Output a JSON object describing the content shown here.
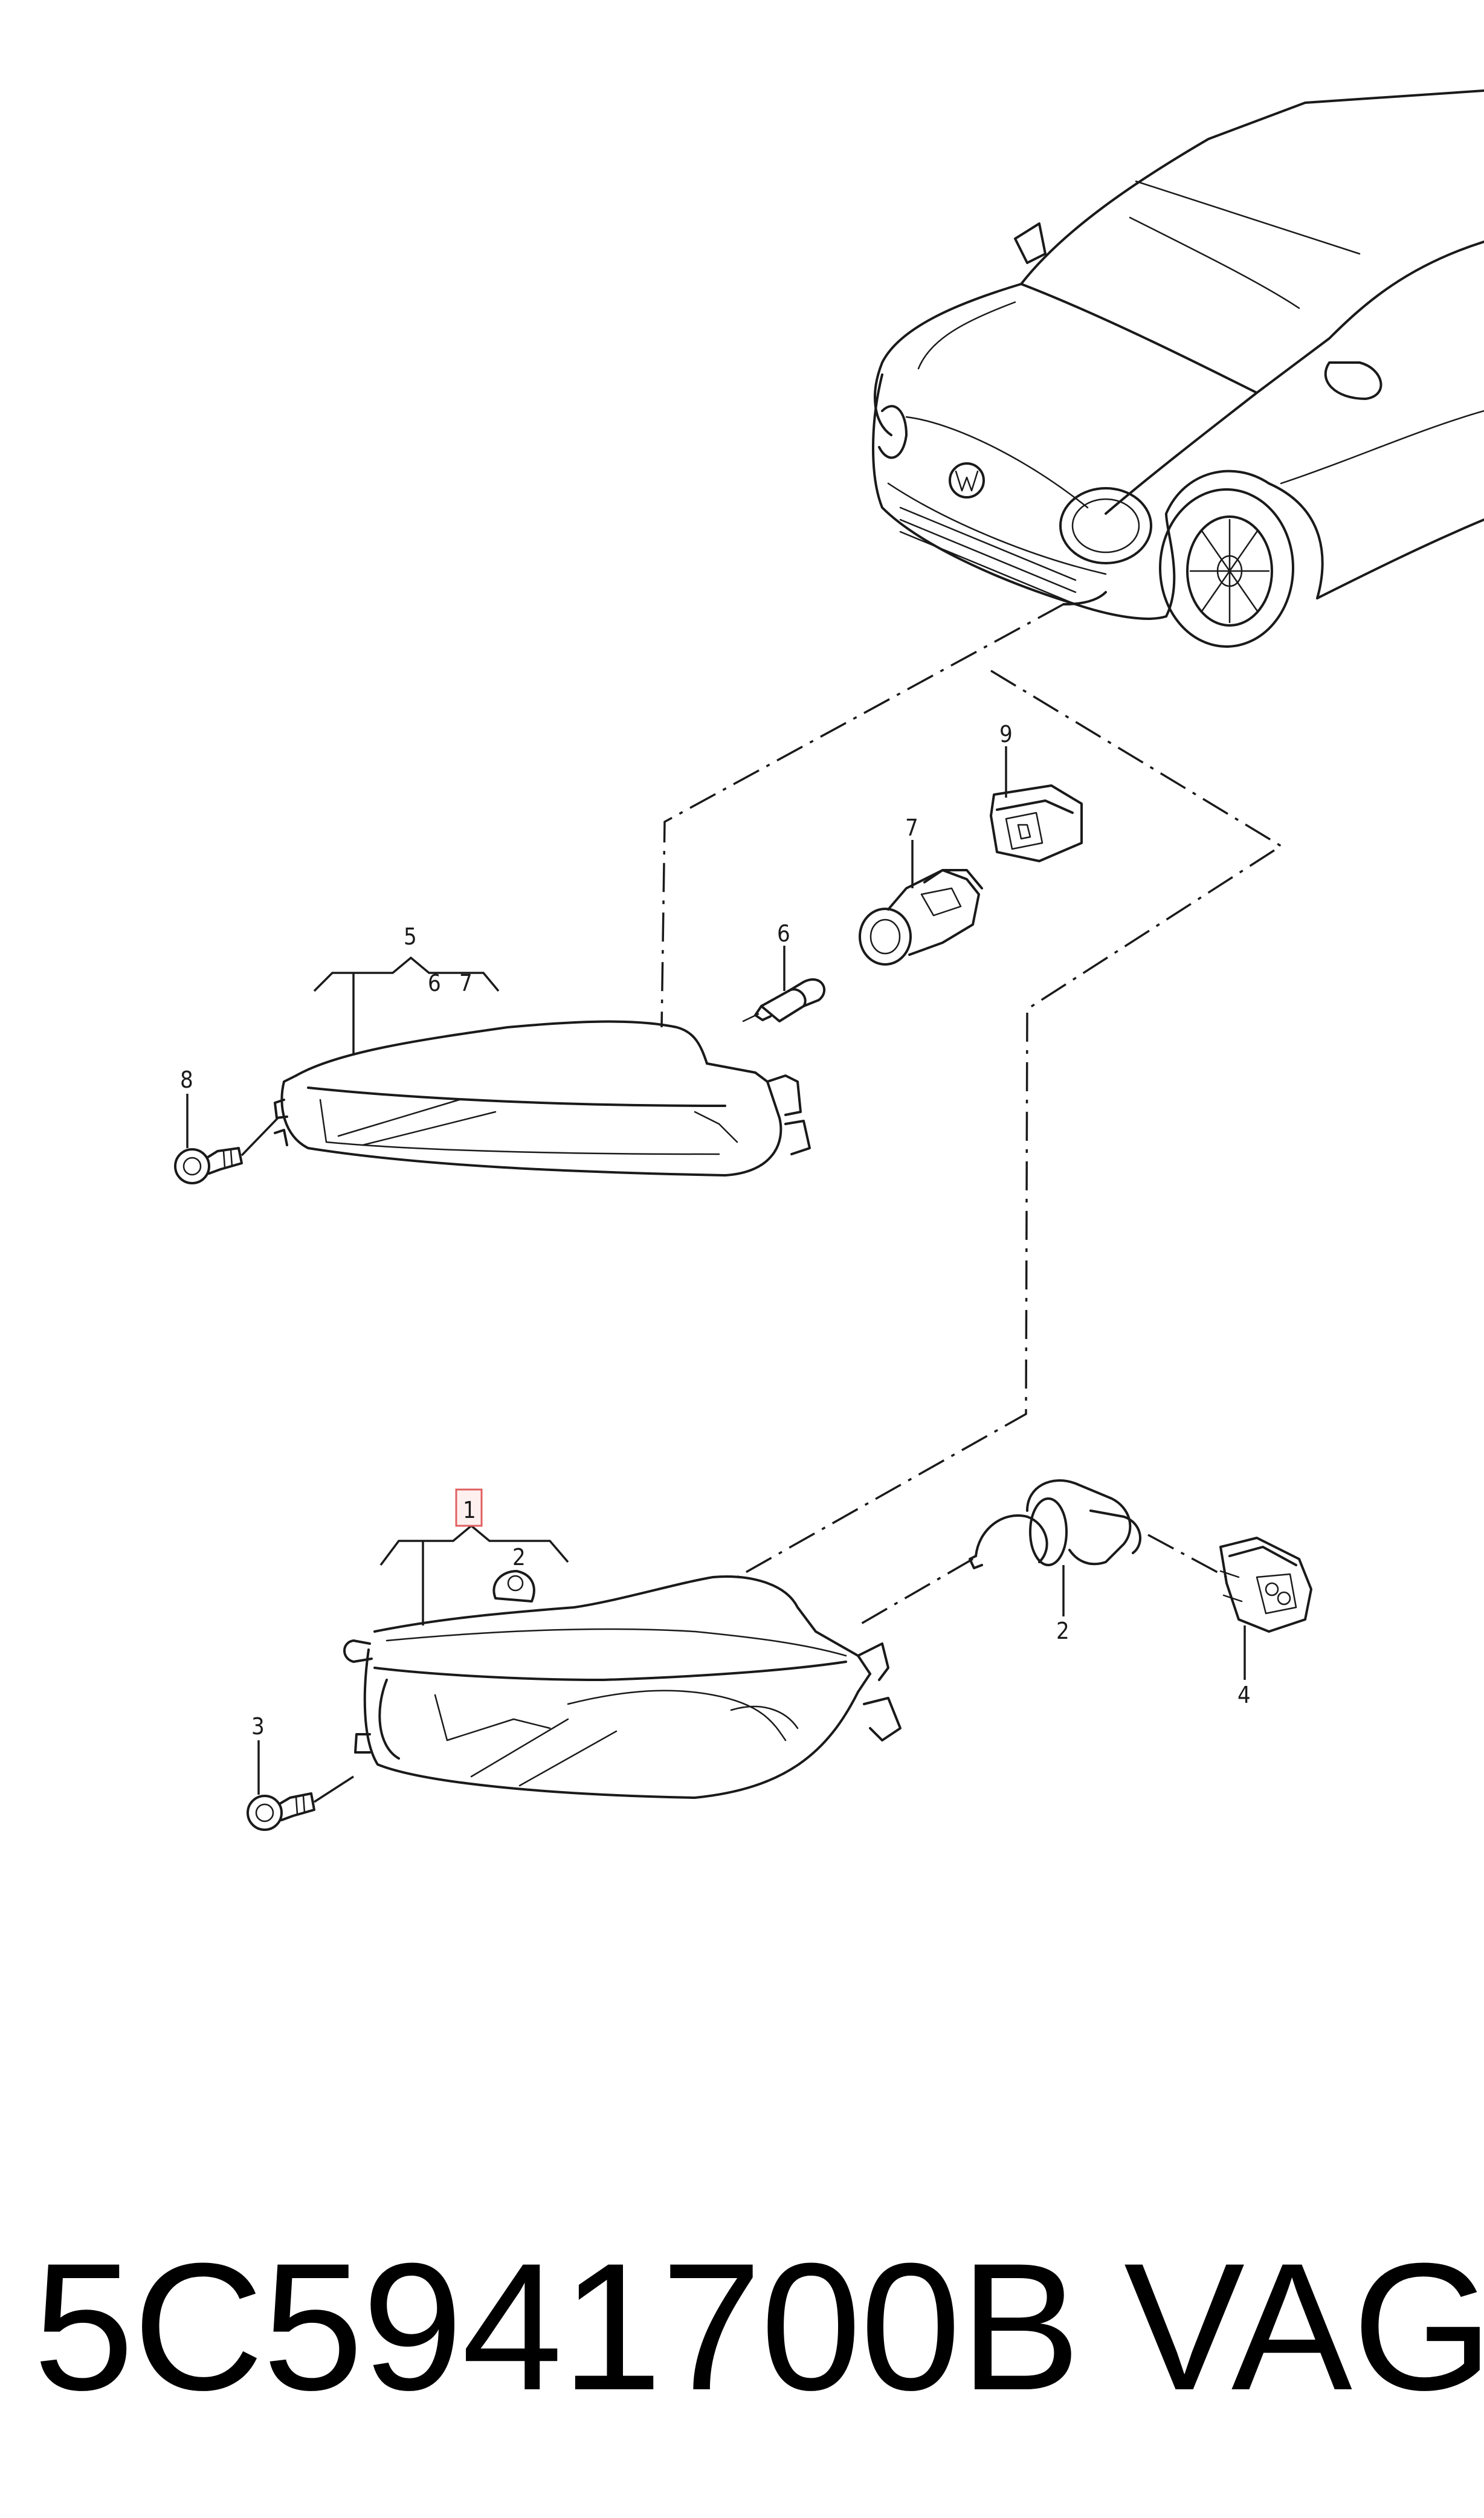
{
  "callouts": {
    "c1": "1",
    "c2a": "2",
    "c2b": "2",
    "c3": "3",
    "c4": "4",
    "c5": "5",
    "c6a": "6",
    "c6b": "6",
    "c7a": "7",
    "c7b": "7",
    "c8": "8",
    "c9": "9"
  },
  "footer": {
    "part_number": "5C5941700B",
    "brand": "VAG"
  },
  "colors": {
    "line": "#1a1a1a",
    "highlight_box": "#e06060"
  }
}
